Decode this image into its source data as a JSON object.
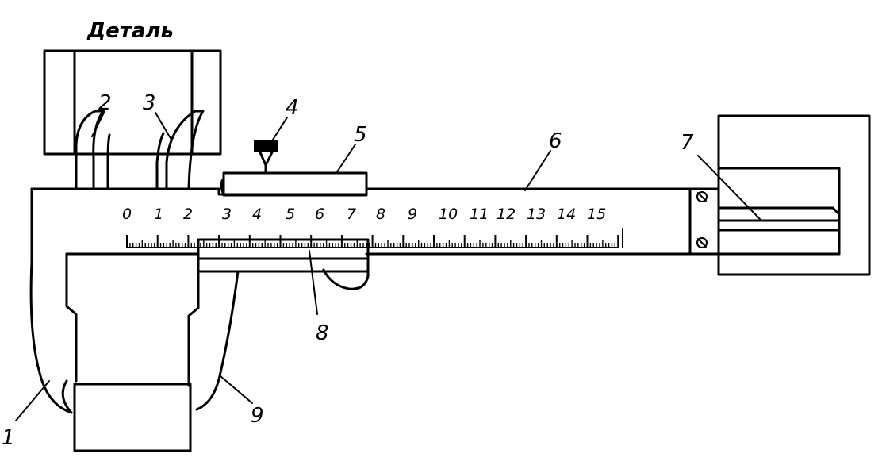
{
  "figure": {
    "title": "Деталь",
    "callouts": [
      "1",
      "2",
      "3",
      "4",
      "5",
      "6",
      "7",
      "8",
      "9"
    ],
    "scale_labels": [
      "0",
      "1",
      "2",
      "3",
      "4",
      "5",
      "6",
      "7",
      "8",
      "9",
      "10",
      "11",
      "12",
      "13",
      "14",
      "15"
    ]
  }
}
